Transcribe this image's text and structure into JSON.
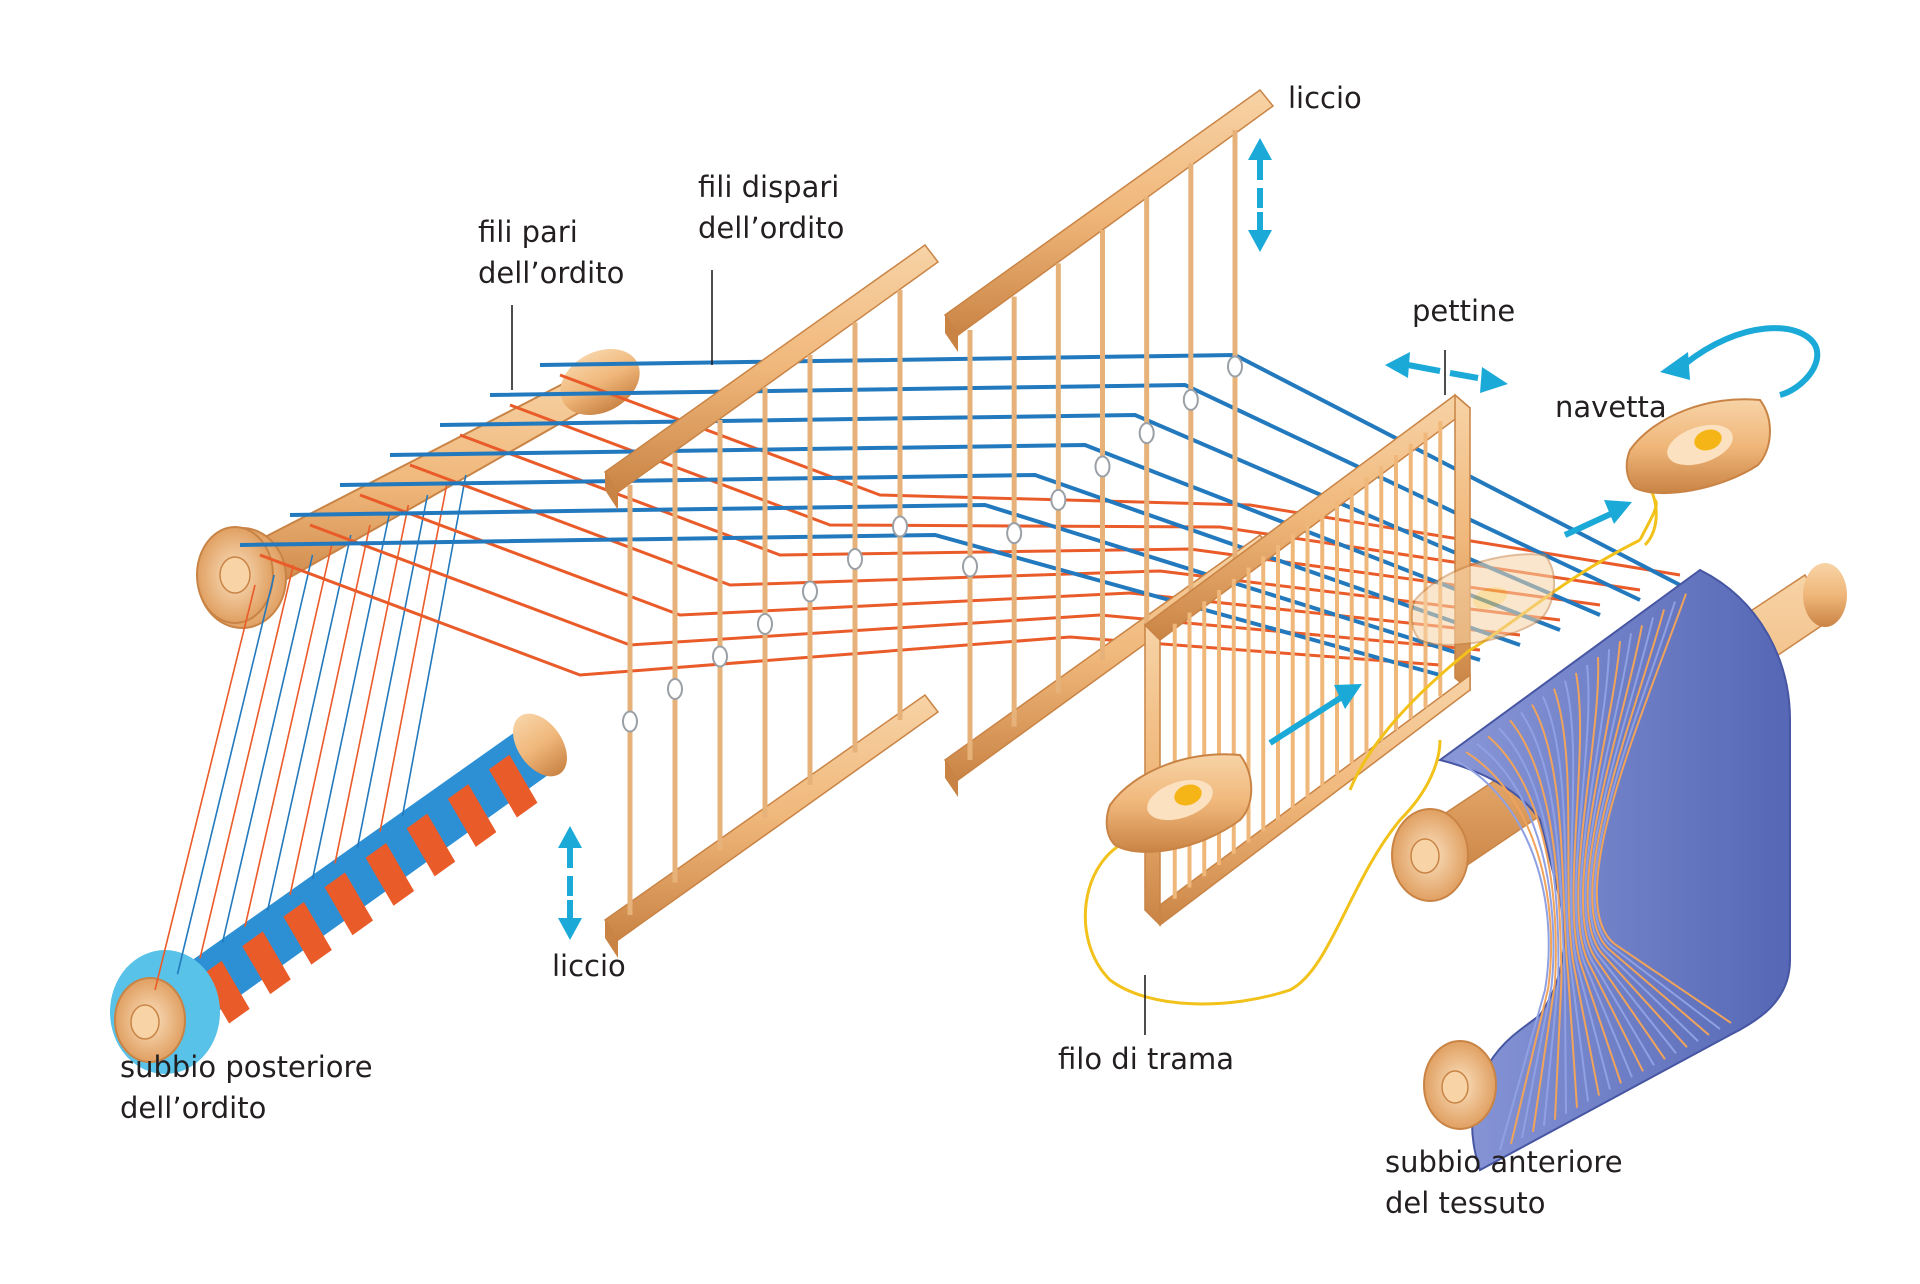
{
  "labels": {
    "liccio_top": "liccio",
    "fili_dispari_1": "fili dispari",
    "fili_dispari_2": "dell’ordito",
    "fili_pari_1": "fili pari",
    "fili_pari_2": "dell’ordito",
    "pettine": "pettine",
    "navetta": "navetta",
    "liccio_bottom": "liccio",
    "subbio_post_1": "subbio posteriore",
    "subbio_post_2": "dell’ordito",
    "filo_trama": "filo di trama",
    "subbio_ant_1": "subbio anteriore",
    "subbio_ant_2": "del tessuto"
  },
  "colors": {
    "wood": "#f0b77a",
    "wood_dark": "#c98445",
    "warp_even": "#ea5b2a",
    "warp_odd": "#2379bd",
    "weft": "#f2c21b",
    "arrow": "#1ba9d8",
    "fabric": "#6c7ec8"
  }
}
